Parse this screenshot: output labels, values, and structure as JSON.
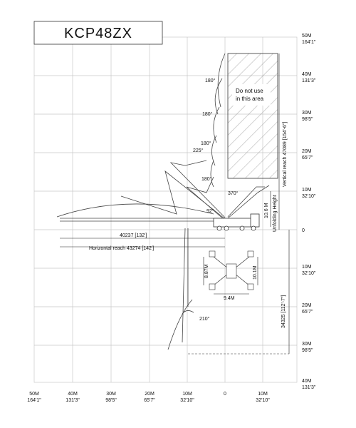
{
  "title": "KCP48ZX",
  "y_axis": {
    "ticks": [
      {
        "m": "50M",
        "ft": "164'1\""
      },
      {
        "m": "40M",
        "ft": "131'3\""
      },
      {
        "m": "30M",
        "ft": "98'5\""
      },
      {
        "m": "20M",
        "ft": "65'7\""
      },
      {
        "m": "10M",
        "ft": "32'10\""
      },
      {
        "m": "0",
        "ft": ""
      },
      {
        "m": "10M",
        "ft": "32'10\""
      },
      {
        "m": "20M",
        "ft": "65'7\""
      },
      {
        "m": "30M",
        "ft": "98'5\""
      },
      {
        "m": "40M",
        "ft": "131'3\""
      }
    ]
  },
  "x_axis": {
    "ticks": [
      {
        "m": "50M",
        "ft": "164'1\""
      },
      {
        "m": "40M",
        "ft": "131'3\""
      },
      {
        "m": "30M",
        "ft": "98'5\""
      },
      {
        "m": "20M",
        "ft": "65'7\""
      },
      {
        "m": "10M",
        "ft": "32'10\""
      },
      {
        "m": "0",
        "ft": ""
      },
      {
        "m": "10M",
        "ft": "32'10\""
      }
    ]
  },
  "no_use_area": {
    "line1": "Do not use",
    "line2": "in this area"
  },
  "angles": {
    "a180_1": "180°",
    "a180_2": "180°",
    "a180_3": "180°",
    "a225": "225°",
    "a180_4": "180°",
    "a370": "370°",
    "a92": "92°",
    "a210": "210°"
  },
  "dimensions": {
    "vertical_reach": "Vertical reach  47089 [154'-6\"]",
    "unfolding_height_value": "10.6 M",
    "unfolding_height_label": "Unfolding Height",
    "reach_40237": "40237 [132']",
    "horizontal_reach": "Horizontal reach 43274 [142']",
    "depth_34325": "34325 [112'-7\"]",
    "outrigger_h": "8.87M",
    "outrigger_v": "10.1M",
    "outrigger_w": "9.4M"
  }
}
